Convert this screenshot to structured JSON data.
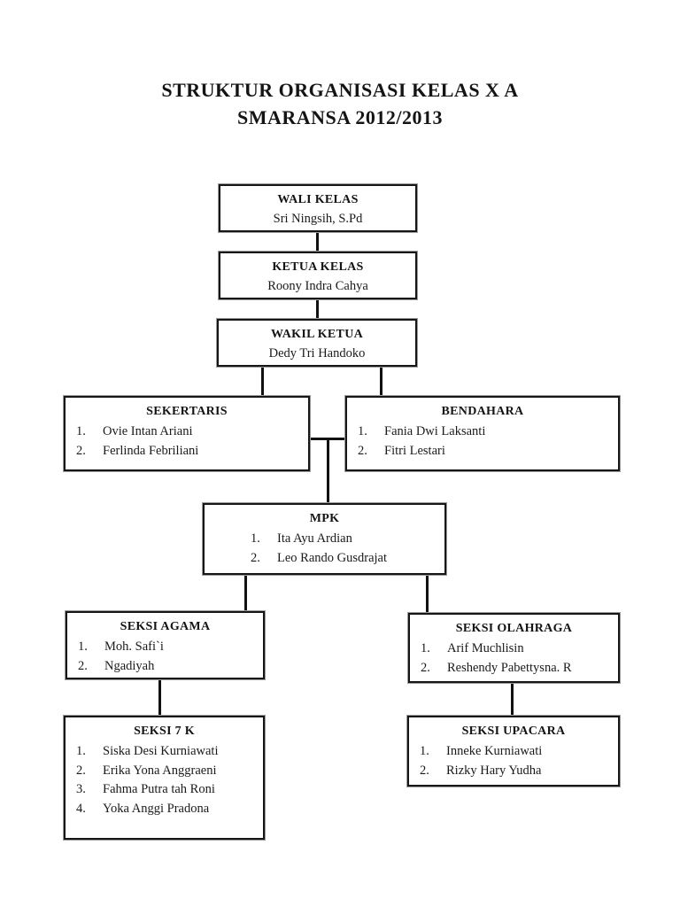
{
  "page": {
    "title_line1": "STRUKTUR ORGANISASI KELAS X A",
    "title_line2": "SMARANSA 2012/2013"
  },
  "boxes": {
    "wali": {
      "title": "WALI KELAS",
      "name": "Sri Ningsih, S.Pd"
    },
    "ketua": {
      "title": "KETUA KELAS",
      "name": "Roony Indra Cahya"
    },
    "wakil": {
      "title": "WAKIL KETUA",
      "name": "Dedy Tri Handoko"
    },
    "sekertaris": {
      "title": "SEKERTARIS",
      "members": [
        "Ovie Intan Ariani",
        "Ferlinda Febriliani"
      ]
    },
    "bendahara": {
      "title": "BENDAHARA",
      "members": [
        "Fania Dwi Laksanti",
        "Fitri Lestari"
      ]
    },
    "mpk": {
      "title": "MPK",
      "members": [
        "Ita Ayu Ardian",
        "Leo Rando Gusdrajat"
      ]
    },
    "agama": {
      "title": "SEKSI AGAMA",
      "members": [
        "Moh. Safi`i",
        "Ngadiyah"
      ]
    },
    "olahraga": {
      "title": "SEKSI OLAHRAGA",
      "members": [
        "Arif Muchlisin",
        "Reshendy Pabettysna. R"
      ]
    },
    "seksi7k": {
      "title": "SEKSI 7 K",
      "members": [
        "Siska Desi Kurniawati",
        "Erika Yona Anggraeni",
        "Fahma Putra tah Roni",
        "Yoka Anggi Pradona"
      ]
    },
    "upacara": {
      "title": "SEKSI UPACARA",
      "members": [
        "Inneke Kurniawati",
        "Rizky Hary Yudha"
      ]
    }
  },
  "hierarchy": [
    {
      "from": "WALI KELAS",
      "to": "KETUA KELAS"
    },
    {
      "from": "KETUA KELAS",
      "to": "WAKIL KETUA"
    },
    {
      "from": "WAKIL KETUA",
      "to": "SEKERTARIS"
    },
    {
      "from": "WAKIL KETUA",
      "to": "BENDAHARA"
    },
    {
      "from": "SEKERTARIS + BENDAHARA",
      "to": "MPK"
    },
    {
      "from": "MPK",
      "to": "SEKSI AGAMA"
    },
    {
      "from": "MPK",
      "to": "SEKSI OLAHRAGA"
    },
    {
      "from": "SEKSI AGAMA",
      "to": "SEKSI 7 K"
    },
    {
      "from": "SEKSI OLAHRAGA",
      "to": "SEKSI UPACARA"
    }
  ],
  "colors": {
    "background": "#ffffff",
    "line": "#111111",
    "text": "#1a1a1a",
    "border": "#161616",
    "border_halo": "#9b9b9b"
  }
}
